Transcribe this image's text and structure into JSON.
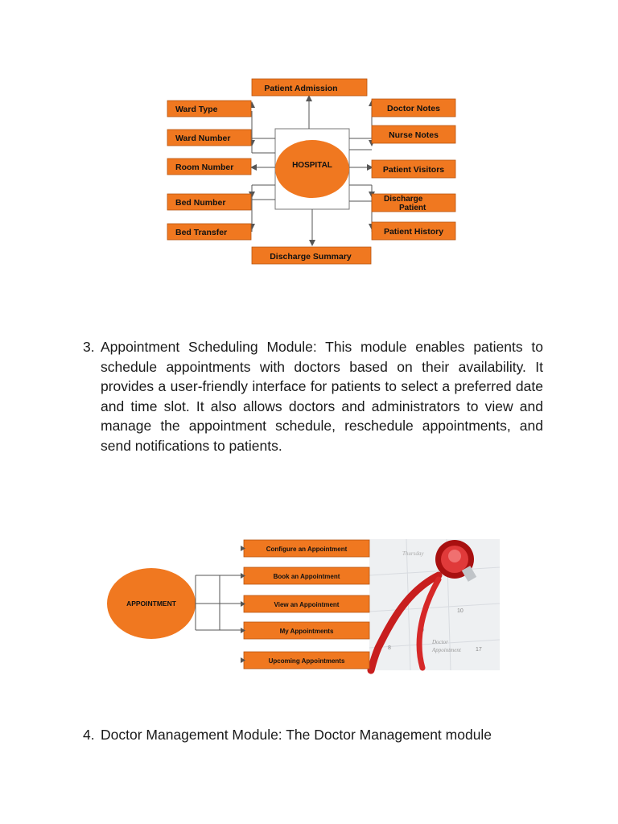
{
  "hospital_diagram": {
    "center_label": "HOSPITAL",
    "top": "Patient Admission",
    "bottom": "Discharge Summary",
    "left_items": [
      "Ward Type",
      "Ward Number",
      "Room Number",
      "Bed Number",
      "Bed Transfer"
    ],
    "right_items": [
      "Doctor Notes",
      "Nurse Notes",
      "Patient Visitors",
      "Discharge\nPatient",
      "Patient History"
    ],
    "colors": {
      "box_fill": "#f07820",
      "ellipse_fill": "#f07820",
      "line": "#555555"
    }
  },
  "section_3": {
    "number": "3.",
    "heading": "Appointment Scheduling Module:",
    "text": " This module enables patients to schedule appointments with doctors based on their availability. It provides a user-friendly interface for patients to select a preferred date and time slot. It also allows doctors and administrators to view and manage the appointment schedule, reschedule appointments, and send notifications to patients."
  },
  "appointment_diagram": {
    "center_label": "APPOINTMENT",
    "items": [
      "Configure an Appointment",
      "Book an Appointment",
      "View an Appointment",
      "My Appointments",
      "Upcoming Appointments"
    ],
    "photo_icon": "stethoscope-on-calendar",
    "colors": {
      "box_fill": "#f07820",
      "ellipse_fill": "#f07820",
      "line": "#555555",
      "stethoscope": "#d62828"
    }
  },
  "section_4": {
    "number": "4.",
    "heading": "Doctor Management Module:",
    "text": " The Doctor Management module"
  }
}
